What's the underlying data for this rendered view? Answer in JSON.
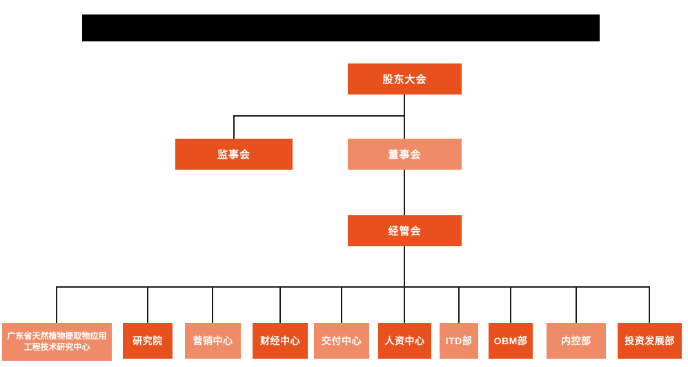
{
  "header": {
    "redacted_title_bar": true
  },
  "colors": {
    "dark": "#E8511E",
    "light": "#EF8C67",
    "line": "#1A1A1A",
    "redaction": "#000000",
    "text": "#FFFFFF",
    "background": "#FFFFFF"
  },
  "org_chart": {
    "type": "organization-hierarchy",
    "nodes": [
      {
        "id": "shareholders-meeting",
        "label": "股东大会",
        "tone": "dark",
        "level": 1,
        "parent": null
      },
      {
        "id": "supervisory-board",
        "label": "监事会",
        "tone": "dark",
        "level": 2,
        "parent": "shareholders-meeting"
      },
      {
        "id": "board-of-directors",
        "label": "董事会",
        "tone": "light",
        "level": 2,
        "parent": "shareholders-meeting"
      },
      {
        "id": "management-committee",
        "label": "经管会",
        "tone": "dark",
        "level": 3,
        "parent": "board-of-directors"
      },
      {
        "id": "gd-research-center",
        "label": "广东省天然植物提取物应用工程技术研究中心",
        "tone": "light",
        "level": 4,
        "parent": "management-committee"
      },
      {
        "id": "research-institute",
        "label": "研究院",
        "tone": "dark",
        "level": 4,
        "parent": "management-committee"
      },
      {
        "id": "marketing-center",
        "label": "营销中心",
        "tone": "light",
        "level": 4,
        "parent": "management-committee"
      },
      {
        "id": "finance-center",
        "label": "财经中心",
        "tone": "dark",
        "level": 4,
        "parent": "management-committee"
      },
      {
        "id": "delivery-center",
        "label": "交付中心",
        "tone": "light",
        "level": 4,
        "parent": "management-committee"
      },
      {
        "id": "hr-center",
        "label": "人资中心",
        "tone": "dark",
        "level": 4,
        "parent": "management-committee"
      },
      {
        "id": "itd-dept",
        "label": "ITD部",
        "tone": "light",
        "level": 4,
        "parent": "management-committee"
      },
      {
        "id": "obm-dept",
        "label": "OBM部",
        "tone": "dark",
        "level": 4,
        "parent": "management-committee"
      },
      {
        "id": "internal-control-dept",
        "label": "内控部",
        "tone": "light",
        "level": 4,
        "parent": "management-committee"
      },
      {
        "id": "investment-dev-dept",
        "label": "投资发展部",
        "tone": "dark",
        "level": 4,
        "parent": "management-committee"
      }
    ]
  }
}
